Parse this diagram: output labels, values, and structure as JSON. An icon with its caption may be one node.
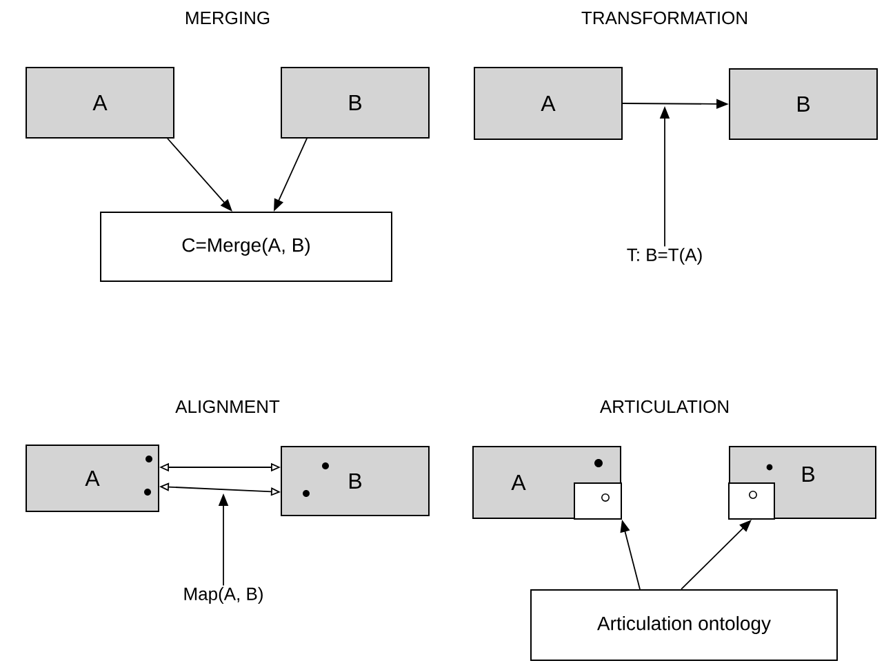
{
  "diagram": {
    "nodes": [
      {
        "text": [
          "A"
        ]
      },
      {
        "text": [
          "B"
        ]
      },
      {
        "text": [
          "C=Merge(A, B)"
        ]
      },
      {
        "text": [
          "A"
        ]
      },
      {
        "text": [
          "B"
        ]
      },
      {
        "text": [
          "T: B=T(A)"
        ]
      },
      {
        "text": [
          "A"
        ]
      },
      {
        "text": [
          "B"
        ]
      },
      {
        "text": [
          "Map(A, B)"
        ]
      },
      {
        "text": [
          "A"
        ]
      },
      {
        "text": [],
        "shape": "box",
        "in": 9
      },
      {
        "text": [
          "B"
        ]
      },
      {
        "text": [],
        "shape": "box",
        "in": 11
      },
      {
        "text": [
          "Articulation ontology"
        ]
      }
    ],
    "edges": [
      {
        "from": 0,
        "to": 2,
        "arrow": "to"
      },
      {
        "from": 1,
        "to": 2,
        "arrow": "to"
      },
      {
        "from": 3,
        "to": 4,
        "arrow": "to"
      },
      {
        "from": 5,
        "to": null,
        "arrow": "to"
      },
      {
        "from": 6,
        "to": 7,
        "arrow": "both"
      },
      {
        "from": 6,
        "to": 7,
        "arrow": "both"
      },
      {
        "from": 8,
        "to": null,
        "arrow": "to"
      },
      {
        "from": 13,
        "to": 10,
        "arrow": "to"
      },
      {
        "from": 13,
        "to": 12,
        "arrow": "to"
      }
    ],
    "labels": [
      "MERGING",
      "TRANSFORMATION",
      "ALIGNMENT",
      "ARTICULATION"
    ]
  }
}
